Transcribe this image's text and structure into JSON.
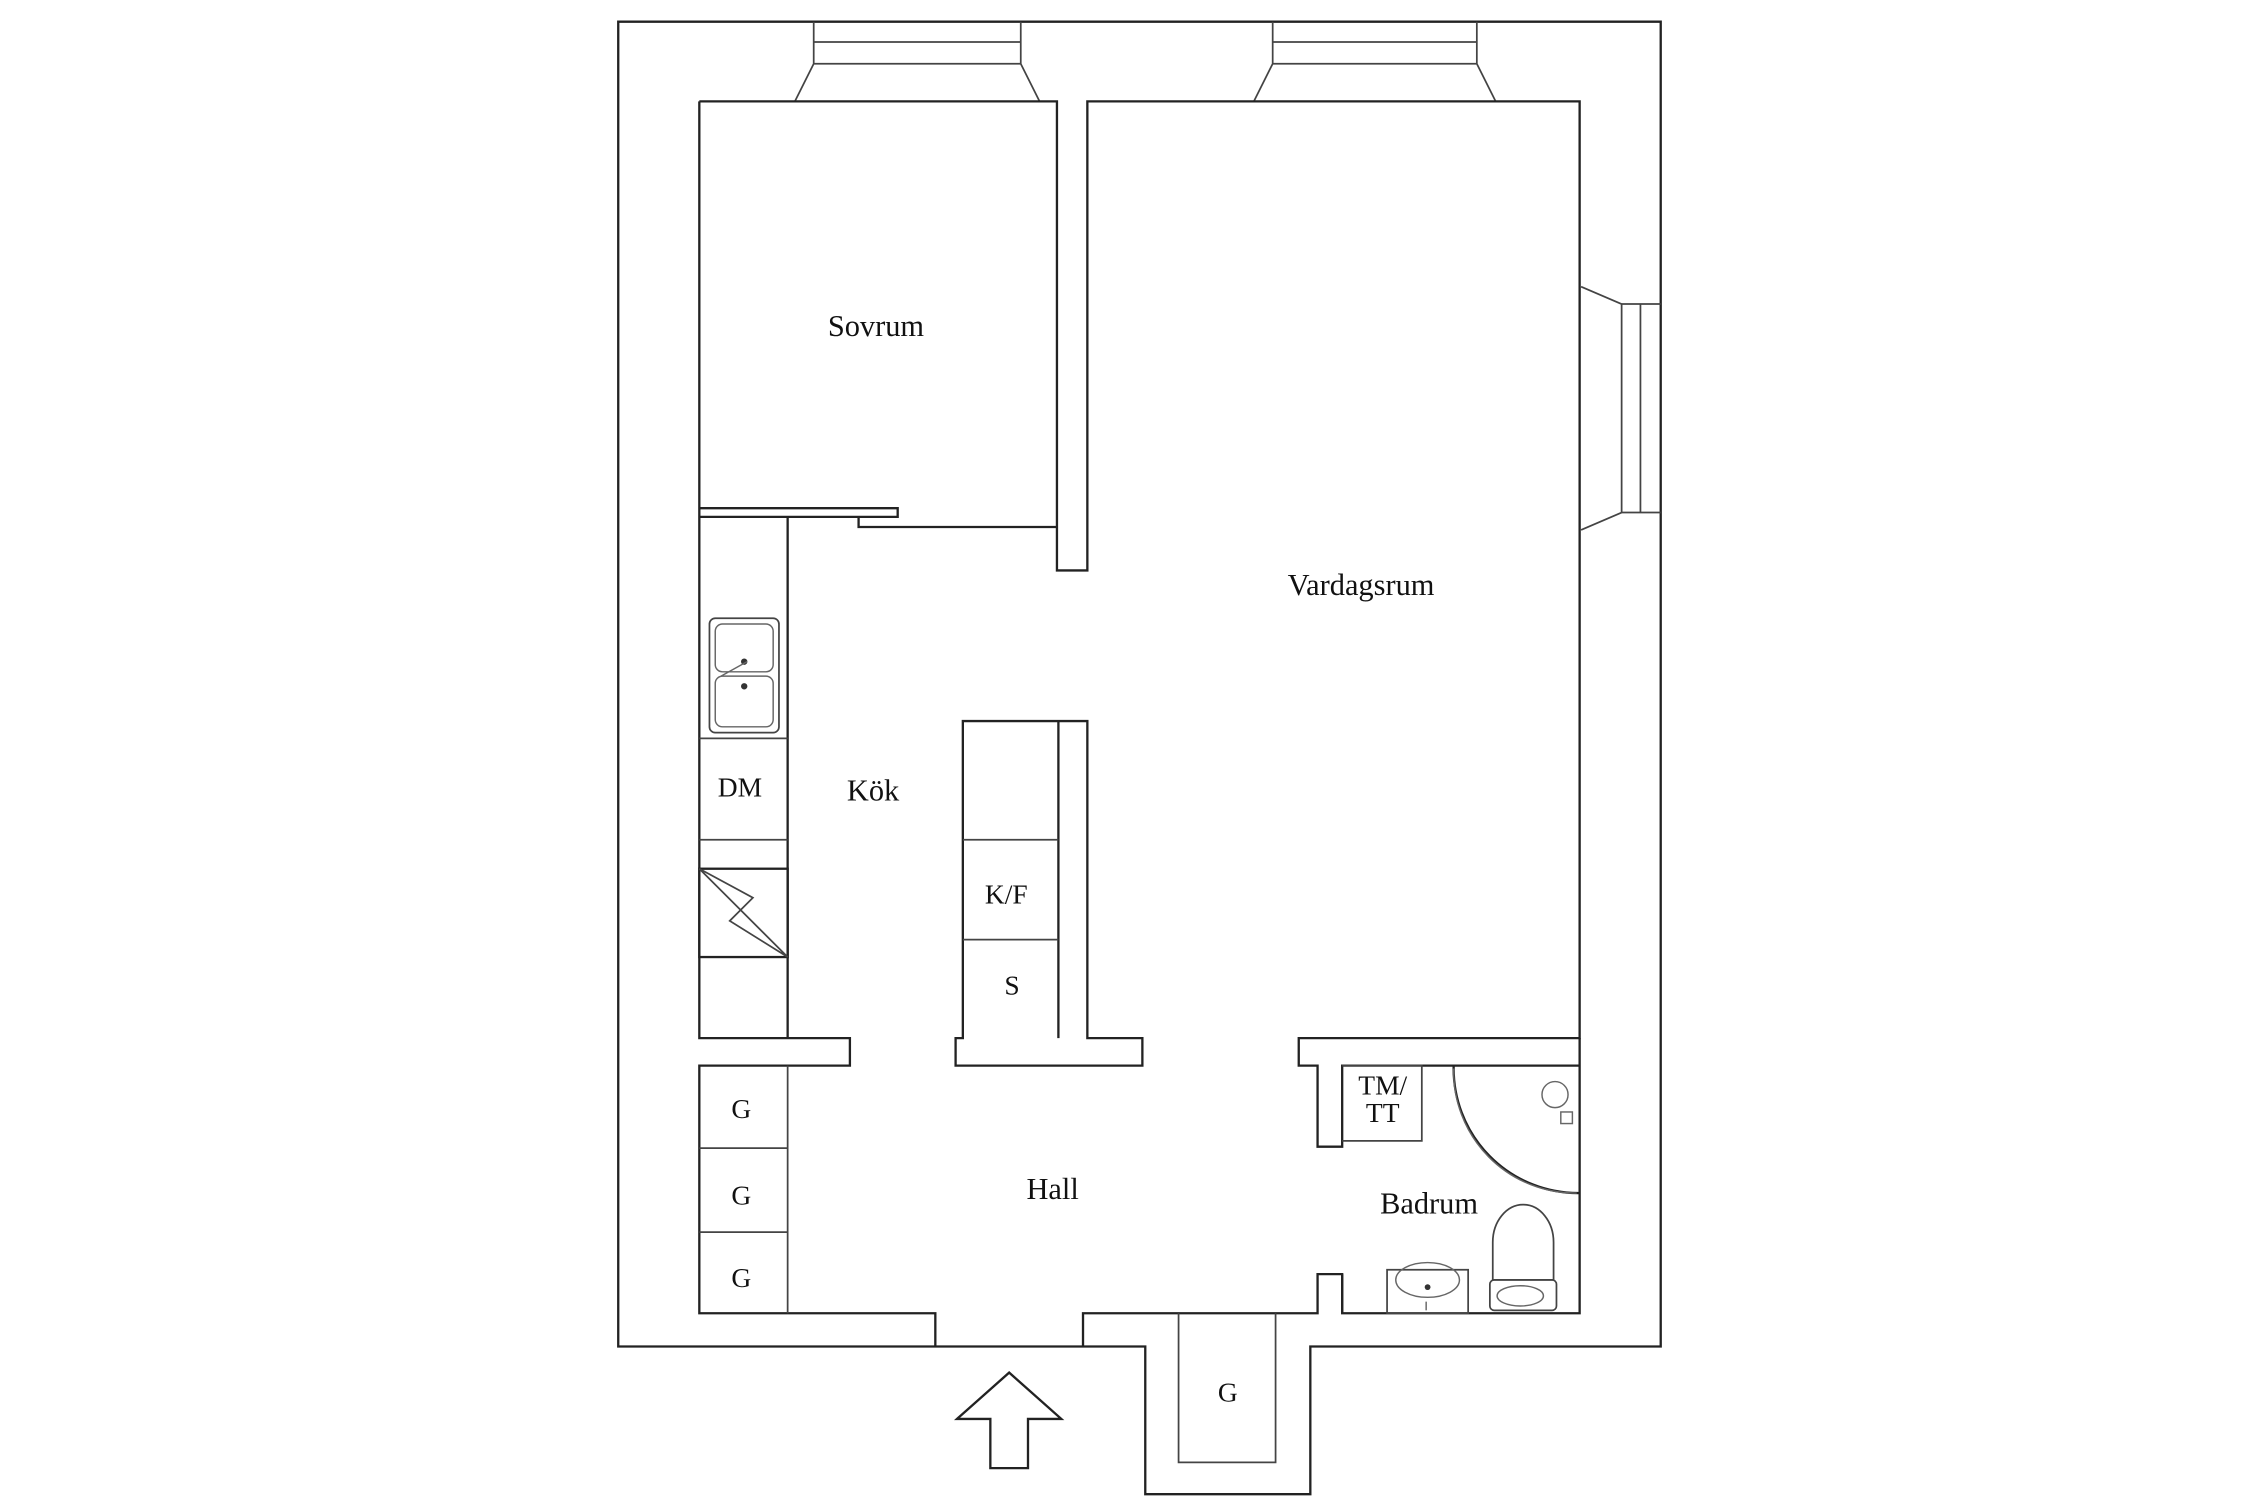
{
  "rooms": {
    "sovrum": "Sovrum",
    "vardagsrum": "Vardagsrum",
    "kok": "Kök",
    "hall": "Hall",
    "badrum": "Badrum"
  },
  "fixtures": {
    "dm": "DM",
    "kf": "K/F",
    "s": "S",
    "tm_line1": "TM/",
    "tm_line2": "TT",
    "g1": "G",
    "g2": "G",
    "g3": "G",
    "g4": "G"
  }
}
